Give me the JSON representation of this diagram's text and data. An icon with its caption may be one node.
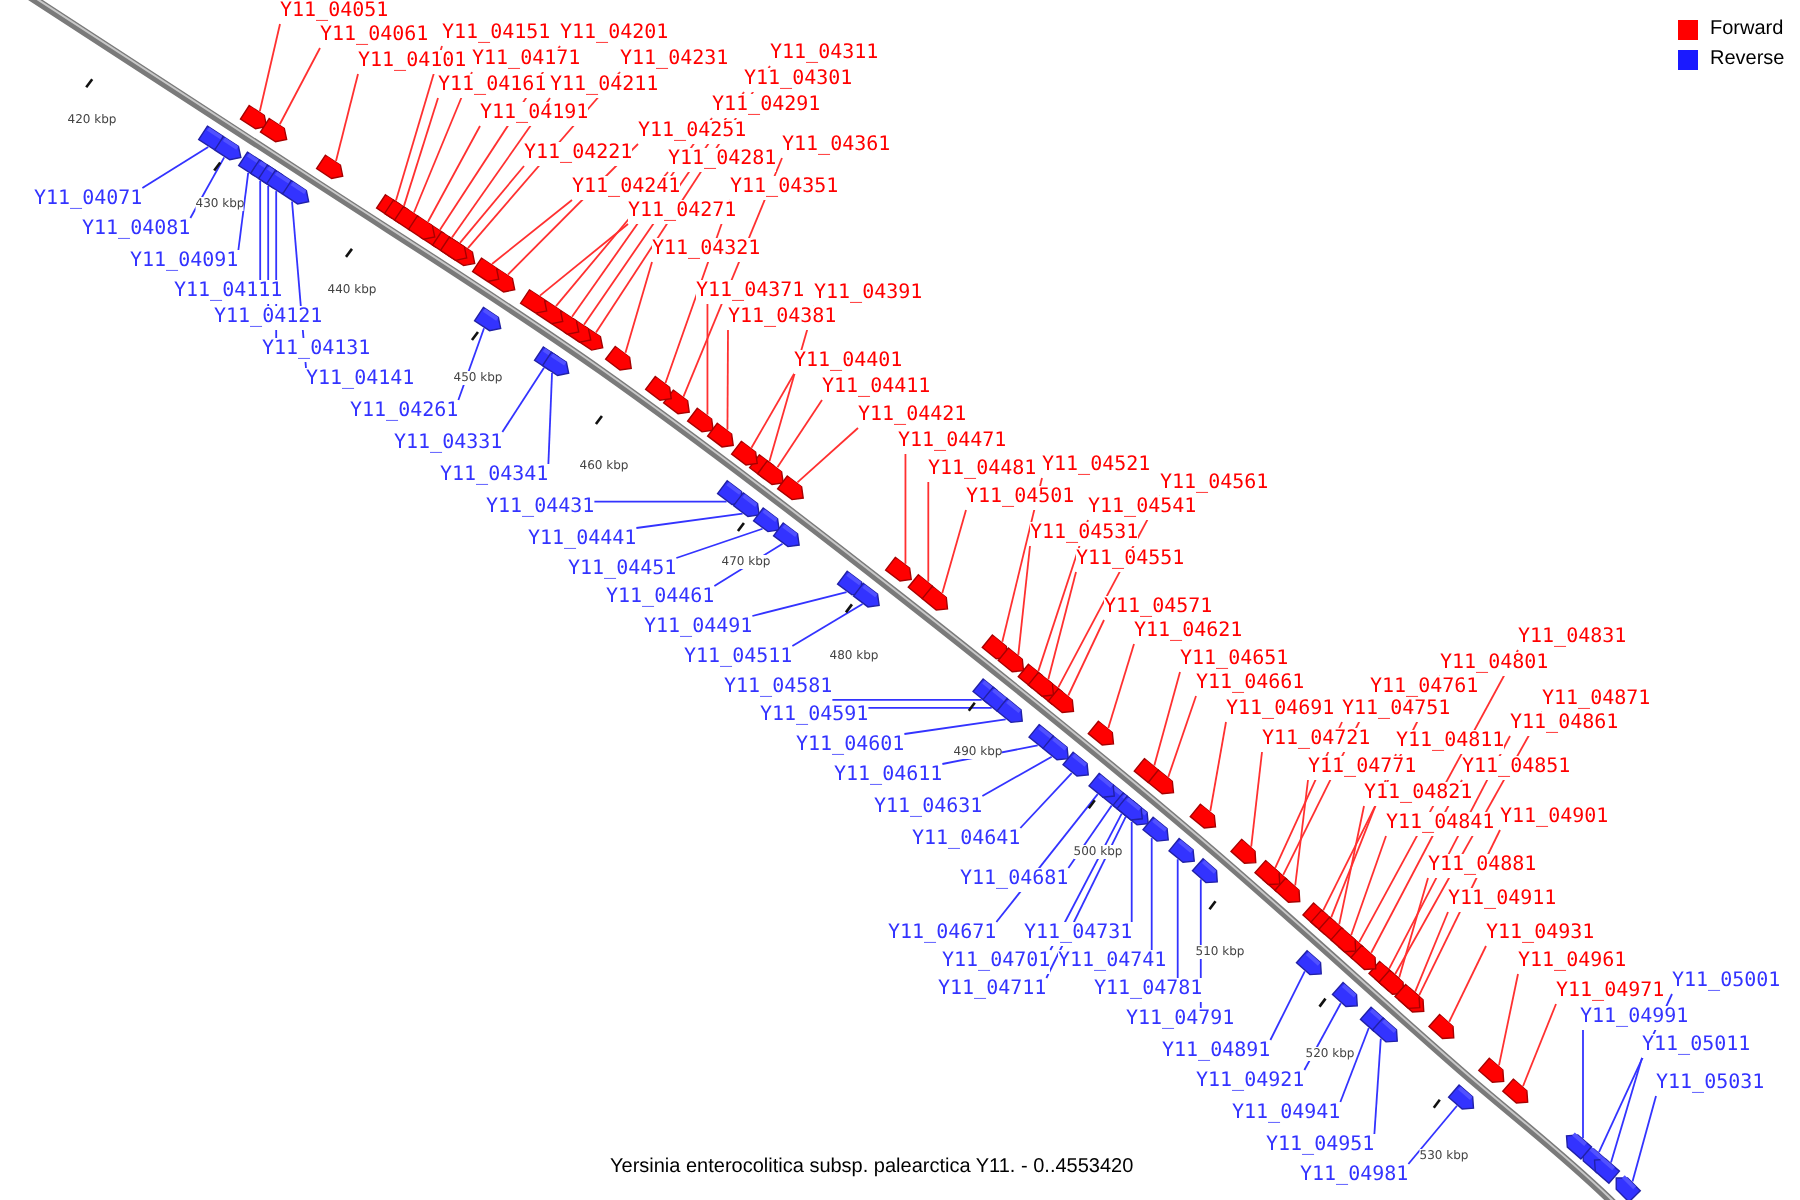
{
  "diagram": {
    "caption": "Yersinia enterocolitica subsp. palearctica Y11. - 0..4553420",
    "nodes": [
      {
        "text": [
          "Y11_04051"
        ]
      },
      {
        "text": [
          "Y11_04061"
        ]
      },
      {
        "text": [
          "Y11_04101"
        ]
      },
      {
        "text": [
          "Y11_04151"
        ]
      },
      {
        "text": [
          "Y11_04201"
        ]
      },
      {
        "text": [
          "Y11_04161"
        ]
      },
      {
        "text": [
          "Y11_04171"
        ]
      },
      {
        "text": [
          "Y11_04211"
        ]
      },
      {
        "text": [
          "Y11_04231"
        ]
      },
      {
        "text": [
          "Y11_04191"
        ]
      },
      {
        "text": [
          "Y11_04311"
        ]
      },
      {
        "text": [
          "Y11_04301"
        ]
      },
      {
        "text": [
          "Y11_04291"
        ]
      },
      {
        "text": [
          "Y11_04221"
        ]
      },
      {
        "text": [
          "Y11_04251"
        ]
      },
      {
        "text": [
          "Y11_04361"
        ]
      },
      {
        "text": [
          "Y11_04281"
        ]
      },
      {
        "text": [
          "Y11_04241"
        ]
      },
      {
        "text": [
          "Y11_04351"
        ]
      },
      {
        "text": [
          "Y11_04271"
        ]
      },
      {
        "text": [
          "Y11_04321"
        ]
      },
      {
        "text": [
          "Y11_04371"
        ]
      },
      {
        "text": [
          "Y11_04391"
        ]
      },
      {
        "text": [
          "Y11_04381"
        ]
      },
      {
        "text": [
          "Y11_04401"
        ]
      },
      {
        "text": [
          "Y11_04411"
        ]
      },
      {
        "text": [
          "Y11_04421"
        ]
      },
      {
        "text": [
          "Y11_04471"
        ]
      },
      {
        "text": [
          "Y11_04481"
        ]
      },
      {
        "text": [
          "Y11_04521"
        ]
      },
      {
        "text": [
          "Y11_04561"
        ]
      },
      {
        "text": [
          "Y11_04501"
        ]
      },
      {
        "text": [
          "Y11_04541"
        ]
      },
      {
        "text": [
          "Y11_04531"
        ]
      },
      {
        "text": [
          "Y11_04551"
        ]
      },
      {
        "text": [
          "Y11_04571"
        ]
      },
      {
        "text": [
          "Y11_04621"
        ]
      },
      {
        "text": [
          "Y11_04651"
        ]
      },
      {
        "text": [
          "Y11_04661"
        ]
      },
      {
        "text": [
          "Y11_04831"
        ]
      },
      {
        "text": [
          "Y11_04801"
        ]
      },
      {
        "text": [
          "Y11_04761"
        ]
      },
      {
        "text": [
          "Y11_04871"
        ]
      },
      {
        "text": [
          "Y11_04691"
        ]
      },
      {
        "text": [
          "Y11_04751"
        ]
      },
      {
        "text": [
          "Y11_04861"
        ]
      },
      {
        "text": [
          "Y11_04721"
        ]
      },
      {
        "text": [
          "Y11_04811"
        ]
      },
      {
        "text": [
          "Y11_04771"
        ]
      },
      {
        "text": [
          "Y11_04851"
        ]
      },
      {
        "text": [
          "Y11_04821"
        ]
      },
      {
        "text": [
          "Y11_04901"
        ]
      },
      {
        "text": [
          "Y11_04841"
        ]
      },
      {
        "text": [
          "Y11_04881"
        ]
      },
      {
        "text": [
          "Y11_04911"
        ]
      },
      {
        "text": [
          "Y11_04931"
        ]
      },
      {
        "text": [
          "Y11_04961"
        ]
      },
      {
        "text": [
          "Y11_04971"
        ]
      },
      {
        "text": [
          "Y11_04071"
        ]
      },
      {
        "text": [
          "Y11_04081"
        ]
      },
      {
        "text": [
          "Y11_04091"
        ]
      },
      {
        "text": [
          "Y11_04111"
        ]
      },
      {
        "text": [
          "Y11_04121"
        ]
      },
      {
        "text": [
          "Y11_04131"
        ]
      },
      {
        "text": [
          "Y11_04141"
        ]
      },
      {
        "text": [
          "Y11_04261"
        ]
      },
      {
        "text": [
          "Y11_04331"
        ]
      },
      {
        "text": [
          "Y11_04341"
        ]
      },
      {
        "text": [
          "Y11_04431"
        ]
      },
      {
        "text": [
          "Y11_04441"
        ]
      },
      {
        "text": [
          "Y11_04451"
        ]
      },
      {
        "text": [
          "Y11_04461"
        ]
      },
      {
        "text": [
          "Y11_04491"
        ]
      },
      {
        "text": [
          "Y11_04511"
        ]
      },
      {
        "text": [
          "Y11_04581"
        ]
      },
      {
        "text": [
          "Y11_04591"
        ]
      },
      {
        "text": [
          "Y11_04601"
        ]
      },
      {
        "text": [
          "Y11_04611"
        ]
      },
      {
        "text": [
          "Y11_04631"
        ]
      },
      {
        "text": [
          "Y11_04641"
        ]
      },
      {
        "text": [
          "Y11_04681"
        ]
      },
      {
        "text": [
          "Y11_04671"
        ]
      },
      {
        "text": [
          "Y11_04731"
        ]
      },
      {
        "text": [
          "Y11_04701"
        ]
      },
      {
        "text": [
          "Y11_04741"
        ]
      },
      {
        "text": [
          "Y11_04711"
        ]
      },
      {
        "text": [
          "Y11_04781"
        ]
      },
      {
        "text": [
          "Y11_04791"
        ]
      },
      {
        "text": [
          "Y11_04891"
        ]
      },
      {
        "text": [
          "Y11_05001"
        ]
      },
      {
        "text": [
          "Y11_04991"
        ]
      },
      {
        "text": [
          "Y11_05011"
        ]
      },
      {
        "text": [
          "Y11_04921"
        ]
      },
      {
        "text": [
          "Y11_05031"
        ]
      },
      {
        "text": [
          "Y11_04941"
        ]
      },
      {
        "text": [
          "Y11_04951"
        ]
      },
      {
        "text": [
          "Y11_04981"
        ]
      },
      {
        "text": [],
        "shape": "box"
      },
      {
        "text": [],
        "shape": "box"
      },
      {
        "text": [],
        "shape": "box"
      },
      {
        "text": [],
        "shape": "box"
      },
      {
        "text": [],
        "shape": "box"
      },
      {
        "text": [],
        "shape": "box"
      },
      {
        "text": [],
        "shape": "box"
      },
      {
        "text": [],
        "shape": "box"
      },
      {
        "text": [],
        "shape": "box"
      },
      {
        "text": [],
        "shape": "box"
      },
      {
        "text": [],
        "shape": "box"
      },
      {
        "text": [],
        "shape": "box"
      },
      {
        "text": [],
        "shape": "box"
      },
      {
        "text": [],
        "shape": "box"
      },
      {
        "text": [],
        "shape": "box"
      },
      {
        "text": [],
        "shape": "box"
      },
      {
        "text": [],
        "shape": "box"
      },
      {
        "text": [],
        "shape": "box"
      },
      {
        "text": [],
        "shape": "box"
      },
      {
        "text": [],
        "shape": "box"
      },
      {
        "text": [],
        "shape": "box"
      },
      {
        "text": [],
        "shape": "box"
      },
      {
        "text": [],
        "shape": "box"
      },
      {
        "text": [],
        "shape": "box"
      },
      {
        "text": [],
        "shape": "box"
      },
      {
        "text": [],
        "shape": "box"
      },
      {
        "text": [],
        "shape": "box"
      },
      {
        "text": [],
        "shape": "box"
      },
      {
        "text": [],
        "shape": "box"
      },
      {
        "text": [],
        "shape": "box"
      },
      {
        "text": [],
        "shape": "box"
      },
      {
        "text": [],
        "shape": "box"
      },
      {
        "text": [],
        "shape": "box"
      },
      {
        "text": [],
        "shape": "box"
      },
      {
        "text": [],
        "shape": "box"
      },
      {
        "text": [],
        "shape": "box"
      },
      {
        "text": [],
        "shape": "box"
      },
      {
        "text": [],
        "shape": "box"
      },
      {
        "text": [],
        "shape": "box"
      },
      {
        "text": [],
        "shape": "box"
      },
      {
        "text": [],
        "shape": "box"
      },
      {
        "text": [],
        "shape": "box"
      },
      {
        "text": [],
        "shape": "box"
      },
      {
        "text": [],
        "shape": "box"
      },
      {
        "text": [],
        "shape": "box"
      },
      {
        "text": [],
        "shape": "box"
      },
      {
        "text": [],
        "shape": "box"
      },
      {
        "text": [],
        "shape": "box"
      },
      {
        "text": [],
        "shape": "box"
      },
      {
        "text": [],
        "shape": "box"
      },
      {
        "text": [],
        "shape": "box"
      },
      {
        "text": [],
        "shape": "box"
      },
      {
        "text": [],
        "shape": "box"
      },
      {
        "text": [],
        "shape": "box"
      },
      {
        "text": [],
        "shape": "box"
      },
      {
        "text": [],
        "shape": "box"
      },
      {
        "text": [],
        "shape": "box"
      },
      {
        "text": [],
        "shape": "box"
      },
      {
        "text": [],
        "shape": "box"
      },
      {
        "text": [],
        "shape": "box"
      },
      {
        "text": [],
        "shape": "box"
      },
      {
        "text": [],
        "shape": "box"
      },
      {
        "text": [],
        "shape": "box"
      },
      {
        "text": [],
        "shape": "box"
      },
      {
        "text": [],
        "shape": "box"
      },
      {
        "text": [],
        "shape": "box"
      },
      {
        "text": [],
        "shape": "box"
      },
      {
        "text": [],
        "shape": "box"
      },
      {
        "text": [],
        "shape": "box"
      },
      {
        "text": [],
        "shape": "box"
      },
      {
        "text": [],
        "shape": "box"
      },
      {
        "text": [],
        "shape": "box"
      },
      {
        "text": [],
        "shape": "box"
      },
      {
        "text": [],
        "shape": "box"
      },
      {
        "text": [],
        "shape": "box"
      },
      {
        "text": [],
        "shape": "box"
      },
      {
        "text": [],
        "shape": "box"
      },
      {
        "text": [],
        "shape": "box"
      },
      {
        "text": [],
        "shape": "box"
      },
      {
        "text": [],
        "shape": "box"
      },
      {
        "text": [],
        "shape": "box"
      },
      {
        "text": [],
        "shape": "box"
      },
      {
        "text": [],
        "shape": "box"
      },
      {
        "text": [],
        "shape": "box"
      },
      {
        "text": [],
        "shape": "box"
      },
      {
        "text": [],
        "shape": "box"
      },
      {
        "text": [],
        "shape": "box"
      },
      {
        "text": [],
        "shape": "box"
      },
      {
        "text": [],
        "shape": "box"
      },
      {
        "text": [],
        "shape": "box"
      },
      {
        "text": [],
        "shape": "box"
      },
      {
        "text": [],
        "shape": "box"
      },
      {
        "text": [],
        "shape": "box"
      },
      {
        "text": [],
        "shape": "box"
      },
      {
        "text": [],
        "shape": "box"
      },
      {
        "text": [],
        "shape": "box"
      },
      {
        "text": [],
        "shape": "box"
      }
    ],
    "edges": [
      {
        "from": 0,
        "to": 97,
        "arrow": "none"
      },
      {
        "from": 1,
        "to": 98,
        "arrow": "none"
      },
      {
        "from": 2,
        "to": 99,
        "arrow": "none"
      },
      {
        "from": 3,
        "to": 100,
        "arrow": "none"
      },
      {
        "from": 4,
        "to": 101,
        "arrow": "none"
      },
      {
        "from": 5,
        "to": 102,
        "arrow": "none"
      },
      {
        "from": 6,
        "to": 103,
        "arrow": "none"
      },
      {
        "from": 7,
        "to": 104,
        "arrow": "none"
      },
      {
        "from": 8,
        "to": 105,
        "arrow": "none"
      },
      {
        "from": 9,
        "to": 106,
        "arrow": "none"
      },
      {
        "from": 10,
        "to": 107,
        "arrow": "none"
      },
      {
        "from": 11,
        "to": 108,
        "arrow": "none"
      },
      {
        "from": 12,
        "to": 109,
        "arrow": "none"
      },
      {
        "from": 13,
        "to": 110,
        "arrow": "none"
      },
      {
        "from": 14,
        "to": 111,
        "arrow": "none"
      },
      {
        "from": 15,
        "to": 112,
        "arrow": "none"
      },
      {
        "from": 16,
        "to": 113,
        "arrow": "none"
      },
      {
        "from": 17,
        "to": 114,
        "arrow": "none"
      },
      {
        "from": 18,
        "to": 115,
        "arrow": "none"
      },
      {
        "from": 19,
        "to": 116,
        "arrow": "none"
      },
      {
        "from": 20,
        "to": 117,
        "arrow": "none"
      },
      {
        "from": 21,
        "to": 118,
        "arrow": "none"
      },
      {
        "from": 22,
        "to": 119,
        "arrow": "none"
      },
      {
        "from": 23,
        "to": 120,
        "arrow": "none"
      },
      {
        "from": 24,
        "to": 121,
        "arrow": "none"
      },
      {
        "from": 25,
        "to": 122,
        "arrow": "none"
      },
      {
        "from": 26,
        "to": 123,
        "arrow": "none"
      },
      {
        "from": 27,
        "to": 124,
        "arrow": "none"
      },
      {
        "from": 28,
        "to": 125,
        "arrow": "none"
      },
      {
        "from": 29,
        "to": 126,
        "arrow": "none"
      },
      {
        "from": 30,
        "to": 127,
        "arrow": "none"
      },
      {
        "from": 31,
        "to": 128,
        "arrow": "none"
      },
      {
        "from": 32,
        "to": 129,
        "arrow": "none"
      },
      {
        "from": 33,
        "to": 130,
        "arrow": "none"
      },
      {
        "from": 34,
        "to": 131,
        "arrow": "none"
      },
      {
        "from": 35,
        "to": 132,
        "arrow": "none"
      },
      {
        "from": 36,
        "to": 133,
        "arrow": "none"
      },
      {
        "from": 37,
        "to": 134,
        "arrow": "none"
      },
      {
        "from": 38,
        "to": 135,
        "arrow": "none"
      },
      {
        "from": 39,
        "to": 136,
        "arrow": "none"
      },
      {
        "from": 40,
        "to": 137,
        "arrow": "none"
      },
      {
        "from": 41,
        "to": 138,
        "arrow": "none"
      },
      {
        "from": 42,
        "to": 139,
        "arrow": "none"
      },
      {
        "from": 43,
        "to": 140,
        "arrow": "none"
      },
      {
        "from": 44,
        "to": 141,
        "arrow": "none"
      },
      {
        "from": 45,
        "to": 142,
        "arrow": "none"
      },
      {
        "from": 46,
        "to": 143,
        "arrow": "none"
      },
      {
        "from": 47,
        "to": 144,
        "arrow": "none"
      },
      {
        "from": 48,
        "to": 145,
        "arrow": "none"
      },
      {
        "from": 49,
        "to": 146,
        "arrow": "none"
      },
      {
        "from": 50,
        "to": 147,
        "arrow": "none"
      },
      {
        "from": 51,
        "to": 148,
        "arrow": "none"
      },
      {
        "from": 52,
        "to": 149,
        "arrow": "none"
      },
      {
        "from": 53,
        "to": 150,
        "arrow": "none"
      },
      {
        "from": 54,
        "to": 151,
        "arrow": "none"
      },
      {
        "from": 55,
        "to": 152,
        "arrow": "none"
      },
      {
        "from": 56,
        "to": 153,
        "arrow": "none"
      },
      {
        "from": 57,
        "to": 154,
        "arrow": "none"
      },
      {
        "from": 58,
        "to": 155,
        "arrow": "none",
        "color": "#3333ff"
      },
      {
        "from": 59,
        "to": 156,
        "arrow": "none",
        "color": "#3333ff"
      },
      {
        "from": 60,
        "to": 157,
        "arrow": "none",
        "color": "#3333ff"
      },
      {
        "from": 61,
        "to": 158,
        "arrow": "none",
        "color": "#3333ff"
      },
      {
        "from": 62,
        "to": 159,
        "arrow": "none",
        "color": "#3333ff"
      },
      {
        "from": 63,
        "to": 160,
        "arrow": "none",
        "color": "#3333ff"
      },
      {
        "from": 64,
        "to": 161,
        "arrow": "none",
        "color": "#3333ff"
      },
      {
        "from": 65,
        "to": 162,
        "arrow": "none",
        "color": "#3333ff"
      },
      {
        "from": 66,
        "to": 163,
        "arrow": "none",
        "color": "#3333ff"
      },
      {
        "from": 67,
        "to": 164,
        "arrow": "none",
        "color": "#3333ff"
      },
      {
        "from": 68,
        "to": 165,
        "arrow": "none",
        "color": "#3333ff"
      },
      {
        "from": 69,
        "to": 166,
        "arrow": "none",
        "color": "#3333ff"
      },
      {
        "from": 70,
        "to": 167,
        "arrow": "none",
        "color": "#3333ff"
      },
      {
        "from": 71,
        "to": 168,
        "arrow": "none",
        "color": "#3333ff"
      },
      {
        "from": 72,
        "to": 169,
        "arrow": "none",
        "color": "#3333ff"
      },
      {
        "from": 73,
        "to": 170,
        "arrow": "none",
        "color": "#3333ff"
      },
      {
        "from": 74,
        "to": 171,
        "arrow": "none",
        "color": "#3333ff"
      },
      {
        "from": 75,
        "to": 172,
        "arrow": "none",
        "color": "#3333ff"
      },
      {
        "from": 76,
        "to": 173,
        "arrow": "none",
        "color": "#3333ff"
      },
      {
        "from": 77,
        "to": 174,
        "arrow": "none",
        "color": "#3333ff"
      },
      {
        "from": 78,
        "to": 175,
        "arrow": "none",
        "color": "#3333ff"
      },
      {
        "from": 79,
        "to": 176,
        "arrow": "none",
        "color": "#3333ff"
      },
      {
        "from": 80,
        "to": 177,
        "arrow": "none",
        "color": "#3333ff"
      },
      {
        "from": 81,
        "to": 178,
        "arrow": "none",
        "color": "#3333ff"
      },
      {
        "from": 82,
        "to": 179,
        "arrow": "none",
        "color": "#3333ff"
      },
      {
        "from": 83,
        "to": 180,
        "arrow": "none",
        "color": "#3333ff"
      },
      {
        "from": 84,
        "to": 181,
        "arrow": "none",
        "color": "#3333ff"
      },
      {
        "from": 85,
        "to": 182,
        "arrow": "none",
        "color": "#3333ff"
      },
      {
        "from": 86,
        "to": 183,
        "arrow": "none",
        "color": "#3333ff"
      },
      {
        "from": 87,
        "to": 184,
        "arrow": "none",
        "color": "#3333ff"
      },
      {
        "from": 88,
        "to": 185,
        "arrow": "none",
        "color": "#3333ff"
      },
      {
        "from": 89,
        "to": 186,
        "arrow": "none",
        "color": "#3333ff"
      },
      {
        "from": 90,
        "to": 187,
        "arrow": "none",
        "color": "#3333ff"
      },
      {
        "from": 91,
        "to": 188,
        "arrow": "none",
        "color": "#3333ff"
      },
      {
        "from": 92,
        "to": 189,
        "arrow": "none",
        "color": "#3333ff"
      },
      {
        "from": 93,
        "to": 190,
        "arrow": "none",
        "color": "#3333ff"
      },
      {
        "from": 94,
        "to": 191,
        "arrow": "none",
        "color": "#3333ff"
      },
      {
        "from": 95,
        "to": 192,
        "arrow": "none",
        "color": "#3333ff"
      },
      {
        "from": 96,
        "to": 193,
        "arrow": "none",
        "color": "#3333ff"
      }
    ],
    "labels": [
      "420 kbp",
      "430 kbp",
      "440 kbp",
      "450 kbp",
      "460 kbp",
      "470 kbp",
      "480 kbp",
      "490 kbp",
      "500 kbp",
      "510 kbp",
      "520 kbp",
      "530 kbp"
    ],
    "legend": [
      {
        "text": "Forward",
        "color": "#ff0000"
      },
      {
        "text": "Reverse",
        "color": "#1a1aff"
      }
    ]
  }
}
